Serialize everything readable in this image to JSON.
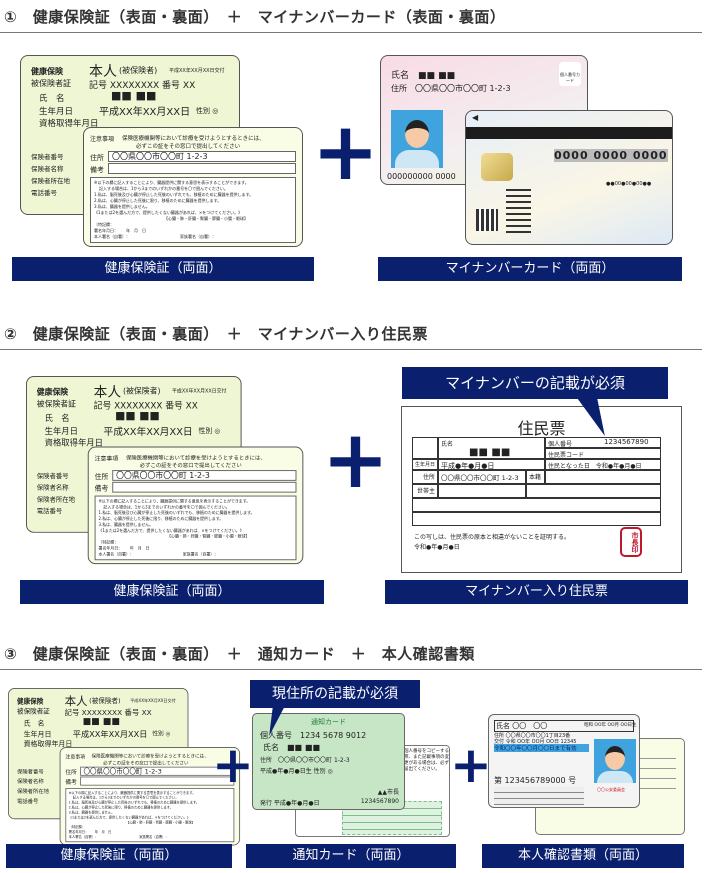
{
  "sections": [
    {
      "number": "①",
      "title": "健康保険証（表面・裏面）　＋　マイナンバーカード（表面・裏面）",
      "labels": [
        "健康保険証（両面）",
        "マイナンバーカード（両面）"
      ]
    },
    {
      "number": "②",
      "title": "健康保険証（表面・裏面）　＋　マイナンバー入り住民票",
      "labels": [
        "健康保険証（両面）",
        "マイナンバー入り住民票"
      ],
      "callout": "マイナンバーの記載が必須"
    },
    {
      "number": "③",
      "title": "健康保険証（表面・裏面）　＋　通知カード　＋　本人確認書類",
      "labels": [
        "健康保険証（両面）",
        "通知カード（両面）",
        "本人確認書類（両面）"
      ],
      "callout": "現住所の記載が必須"
    }
  ],
  "plus_sign": "+",
  "health_card": {
    "front": {
      "type1": "健康保険",
      "type2": "被保険者証",
      "holder": "本人",
      "holder_sub": "(被保険者)",
      "issued": "平成XX年XX月XX日交付",
      "code": "記号 XXXXXXXX 番号 XX",
      "name_label": "氏　名",
      "name_value": "■■ ■■",
      "birth_label": "生年月日",
      "birth_value": "平成XX年XX月XX日",
      "sex": "性別 ◎",
      "acq_label": "資格取得年月日",
      "insurer_no": "保険者番号",
      "insurer_name": "保険者名称",
      "insurer_addr": "保険者所在地",
      "phone": "電話番号"
    },
    "back": {
      "notice_label": "注意事項",
      "notice": "保険医療機関等において診療を受けようとするときには、",
      "notice2": "必ずこの証をその窓口で提出してください",
      "address_label": "住所",
      "address": "〇〇県〇〇市〇〇町 1-2-3",
      "remarks_label": "備考",
      "organ1": "※以下の欄に記入することにより、臓器提供に関する意思を表示することができます。",
      "organ2": "記入する場合は、1から3までのいずれかの番号を〇で囲んでください。",
      "organ3": "1.私は、脳死後及び心臓が停止した死後のいずれでも、移植のために臓器を提供します。",
      "organ4": "2.私は、心臓が停止した死後に限り、移植のために臓器を提供します。",
      "organ5": "3.私は、臓器を提供しません。",
      "organ6": "《1または2を選んだ方で、提供したくない臓器があれば、×をつけてください。》",
      "organ7": "【心臓・肺・肝臓・腎臓・膵臓・小腸・眼球】",
      "special": "〔特記欄：",
      "sign_date": "署名年月日：　　年　月　日",
      "sign_self": "本人署名（自署）：",
      "sign_family": "家族署名（自署）："
    }
  },
  "mynumber_card": {
    "name_label": "氏名",
    "name_value": "■■ ■■",
    "addr_label": "住所",
    "addr_value": "〇〇県〇〇市〇〇町 1-2-3",
    "logo": "個人番号カード",
    "number_front": "000000000 0000",
    "number_back": "0000 0000 0000",
    "dots": "●●00●00●00●●"
  },
  "juminhyo": {
    "title": "住民票",
    "name_label": "氏名",
    "name_value": "■■ ■■",
    "mynumber_label": "個人番号",
    "mynumber": "1234567890",
    "code_label": "住民票コード",
    "birth_label": "生年月日",
    "birth_value": "平成●年●月●日",
    "became_label": "住民となった日",
    "became_value": "令和●年●月●日",
    "addr_label": "住所",
    "addr_value": "〇〇県〇〇市〇〇町 1-2-3",
    "honseki_label": "本籍",
    "householder_label": "世帯主",
    "certify": "この写しは、住民票の原本と相違がないことを証明する。",
    "date": "令和●年●月●日",
    "seal": "市長印"
  },
  "notification_card": {
    "title": "通知カード",
    "number_label": "個人番号",
    "number": "1234 5678 9012",
    "name_label": "氏名",
    "name_value": "■■ ■■",
    "addr_label": "住所",
    "addr_value": "〇〇県〇〇市〇〇町 1-2-3",
    "birth": "平成●年●月●日生 性別 ◎",
    "mayor": "▲▲市長",
    "serial": "1234567890",
    "issued": "発行 平成●年●月●日",
    "back_text": "個人番号をコピーする際、また記載事項の変更がある場合は、必ず届出てください。"
  },
  "license": {
    "name": "氏名 〇〇　〇〇",
    "birth": "昭和 OO年 OO月 OO日生",
    "address": "住所 〇〇県〇〇市〇〇1丁目23番",
    "issue": "交付 令和 OO年 OO月 OO日 12345",
    "valid": "令和〇〇年〇〇月〇〇日まで有効",
    "number": "第 123456789000 号",
    "pub": "〇〇公安委員会"
  }
}
